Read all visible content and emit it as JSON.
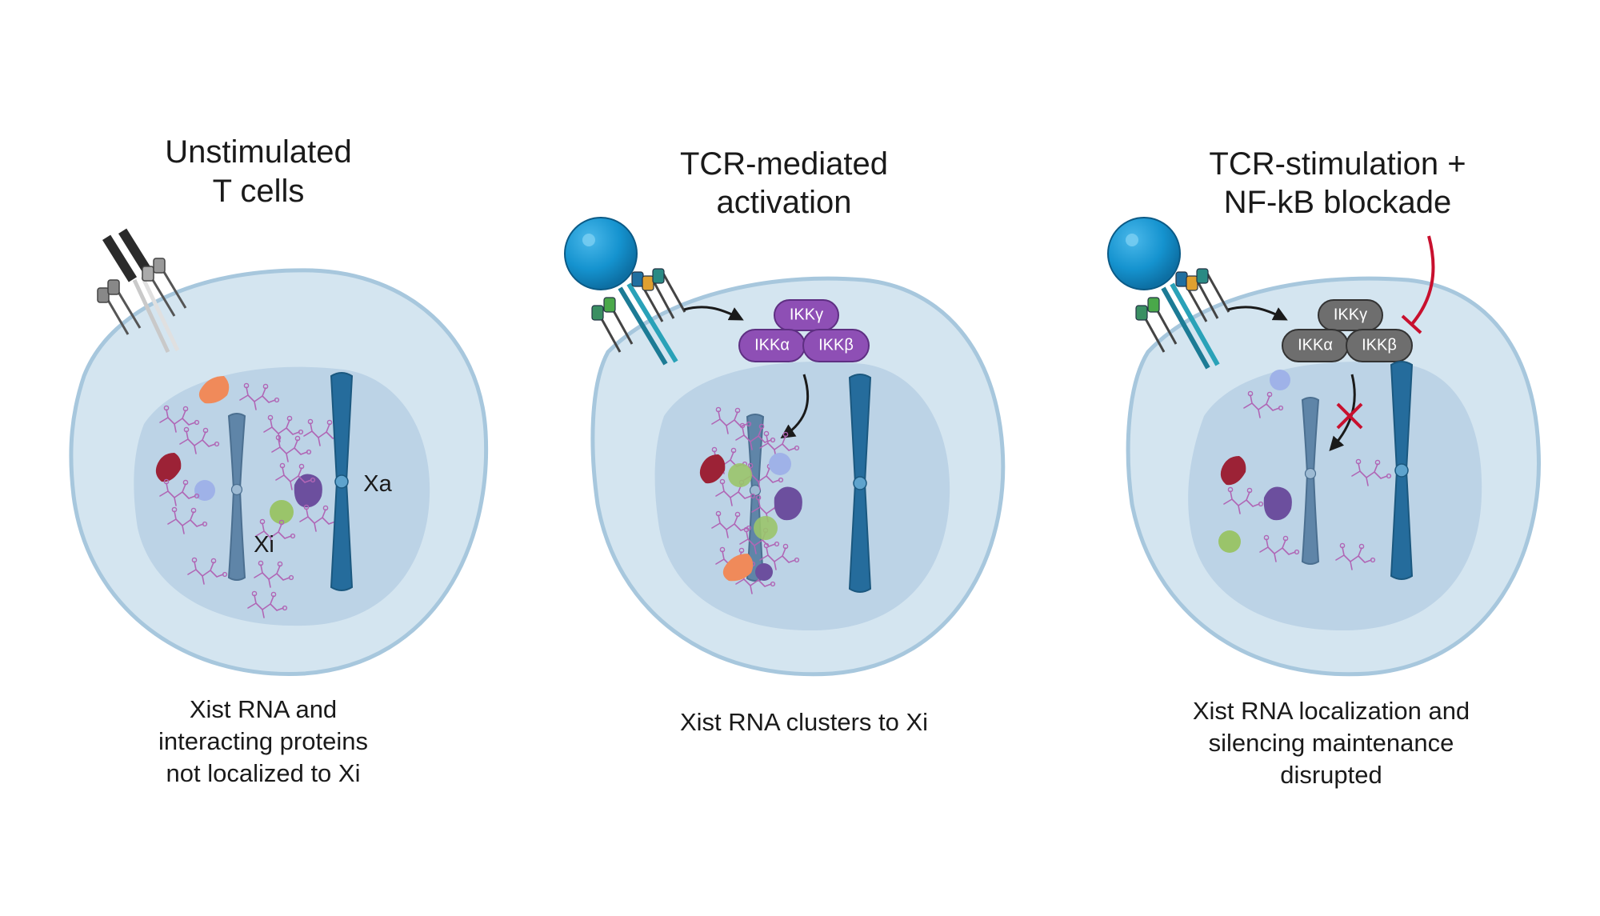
{
  "panels": [
    {
      "title_lines": [
        "Unstimulated",
        "T cells"
      ],
      "caption_lines": [
        "Xist RNA and",
        "interacting proteins",
        "not localized to Xi"
      ],
      "xi_label": "Xi",
      "xa_label": "Xa"
    },
    {
      "title_lines": [
        "TCR-mediated",
        "activation"
      ],
      "caption_lines": [
        "Xist RNA clusters to Xi"
      ],
      "ikk": {
        "gamma": "IKKγ",
        "alpha": "IKKα",
        "beta": "IKKβ"
      }
    },
    {
      "title_lines": [
        "TCR-stimulation +",
        "NF-kB blockade"
      ],
      "caption_lines": [
        "Xist RNA localization and",
        "silencing maintenance",
        "disrupted"
      ],
      "ikk": {
        "gamma": "IKKγ",
        "alpha": "IKKα",
        "beta": "IKKβ"
      }
    }
  ],
  "colors": {
    "cell_fill": "#d4e5f0",
    "cell_stroke": "#a7c7dd",
    "nucleus_fill": "#bcd3e6",
    "xa_chromosome": "#256c9c",
    "xi_chromosome": "#5f85a8",
    "xist_rna": "#b066b5",
    "ikk_active": "#8e4fb5",
    "ikk_inactive": "#6e6e6e",
    "inhibitor": "#c8102e",
    "antigen_bead": "#1593cf"
  }
}
